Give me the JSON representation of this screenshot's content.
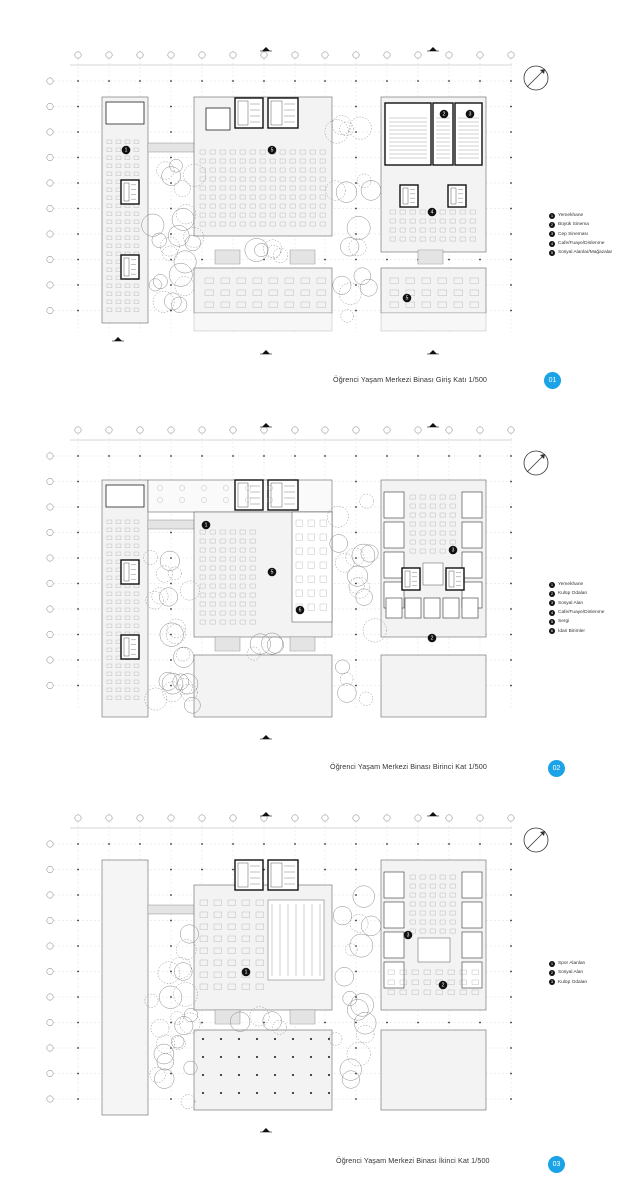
{
  "plans": [
    {
      "title": "Öğrenci Yaşam Merkezi Binası Giriş Katı 1/500",
      "badge": "01",
      "legend": [
        {
          "n": "1",
          "label": "Yemekhane"
        },
        {
          "n": "2",
          "label": "Büyük Sinema"
        },
        {
          "n": "3",
          "label": "Cep Sineması"
        },
        {
          "n": "4",
          "label": "Cafe/Fuaye/Dinlenme"
        },
        {
          "n": "5",
          "label": "Sosyal Alanlar/Mağazalar"
        }
      ]
    },
    {
      "title": "Öğrenci Yaşam Merkezi Binası Birinci Kat 1/500",
      "badge": "02",
      "legend": [
        {
          "n": "1",
          "label": "Yemekhane"
        },
        {
          "n": "2",
          "label": "Kulüp Odaları"
        },
        {
          "n": "3",
          "label": "Sosyal Alan"
        },
        {
          "n": "4",
          "label": "Cafe/Fuaye/Dinlenme"
        },
        {
          "n": "5",
          "label": "Sergi"
        },
        {
          "n": "6",
          "label": "İdari Birimler"
        }
      ]
    },
    {
      "title": "Öğrenci Yaşam Merkezi Binası İkinci Kat 1/500",
      "badge": "03",
      "legend": [
        {
          "n": "1",
          "label": "Spor Alanları"
        },
        {
          "n": "2",
          "label": "Sosyal Alan"
        },
        {
          "n": "3",
          "label": "Kulüp Odaları"
        }
      ]
    }
  ]
}
